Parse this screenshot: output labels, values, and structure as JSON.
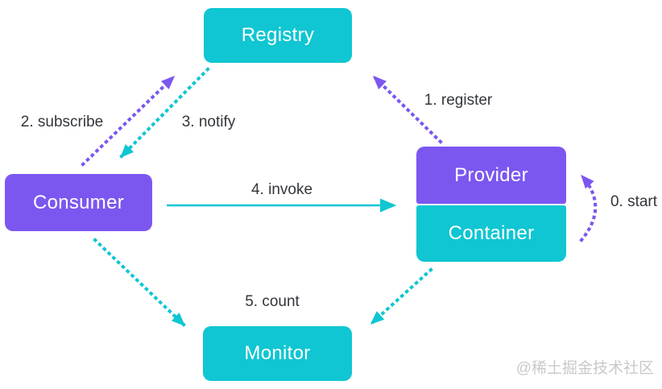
{
  "diagram": {
    "nodes": {
      "registry": {
        "label": "Registry",
        "color": "#0FC6D2"
      },
      "consumer": {
        "label": "Consumer",
        "color": "#7B57F0"
      },
      "provider": {
        "label": "Provider",
        "color": "#7B57F0"
      },
      "container": {
        "label": "Container",
        "color": "#0FC6D2"
      },
      "monitor": {
        "label": "Monitor",
        "color": "#0FC6D2"
      }
    },
    "edges": {
      "start": {
        "label": "0. start",
        "style": "dotted-arc",
        "color": "#7B57F0",
        "from": "container",
        "to": "provider"
      },
      "register": {
        "label": "1. register",
        "style": "dotted",
        "color": "#7B57F0",
        "from": "provider",
        "to": "registry"
      },
      "subscribe": {
        "label": "2. subscribe",
        "style": "dotted",
        "color": "#7B57F0",
        "from": "consumer",
        "to": "registry"
      },
      "notify": {
        "label": "3. notify",
        "style": "dotted",
        "color": "#0FC6D2",
        "from": "registry",
        "to": "consumer"
      },
      "invoke": {
        "label": "4. invoke",
        "style": "solid",
        "color": "#0FC6D2",
        "from": "consumer",
        "to": "provider"
      },
      "count": {
        "label": "5. count",
        "style": "dotted",
        "color": "#0FC6D2",
        "from": "consumer-and-provider",
        "to": "monitor"
      }
    },
    "colors": {
      "cyan": "#0FC6D2",
      "purple": "#7B57F0",
      "label_text": "#33363C",
      "node_text": "#FFFFFF",
      "background": "#FFFFFF",
      "watermark": "#C9C9C9"
    },
    "watermark": "@稀土掘金技术社区"
  }
}
